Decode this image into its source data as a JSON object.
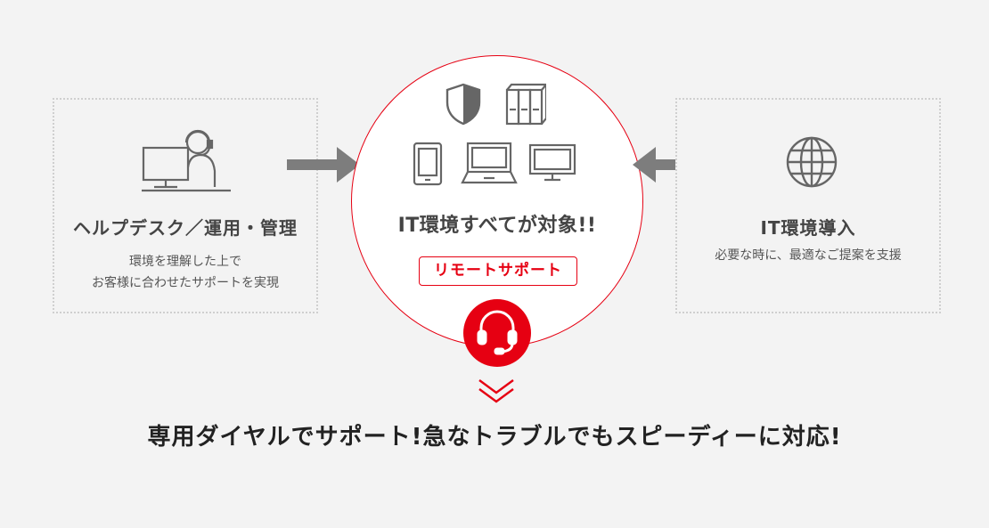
{
  "left_panel": {
    "title": "ヘルプデスク／運用・管理",
    "description": "環境を理解した上で\nお客様に合わせたサポートを実現",
    "icon": "operator-at-computer-icon"
  },
  "center_circle": {
    "title": "IT環境すべてが対象!!",
    "badge": "リモートサポート",
    "icons": [
      "shield-icon",
      "binders-icon",
      "tablet-icon",
      "laptop-icon",
      "monitor-icon",
      "headset-icon"
    ]
  },
  "right_panel": {
    "title": "IT環境導入",
    "description": "必要な時に、最適なご提案を支援",
    "icon": "globe-icon"
  },
  "tagline": "専用ダイヤルでサポート!急なトラブルでもスピーディーに対応!",
  "colors": {
    "accent": "#e60012",
    "arrow": "#7d7d7d",
    "icon_stroke": "#666666",
    "background": "#f3f3f3"
  }
}
